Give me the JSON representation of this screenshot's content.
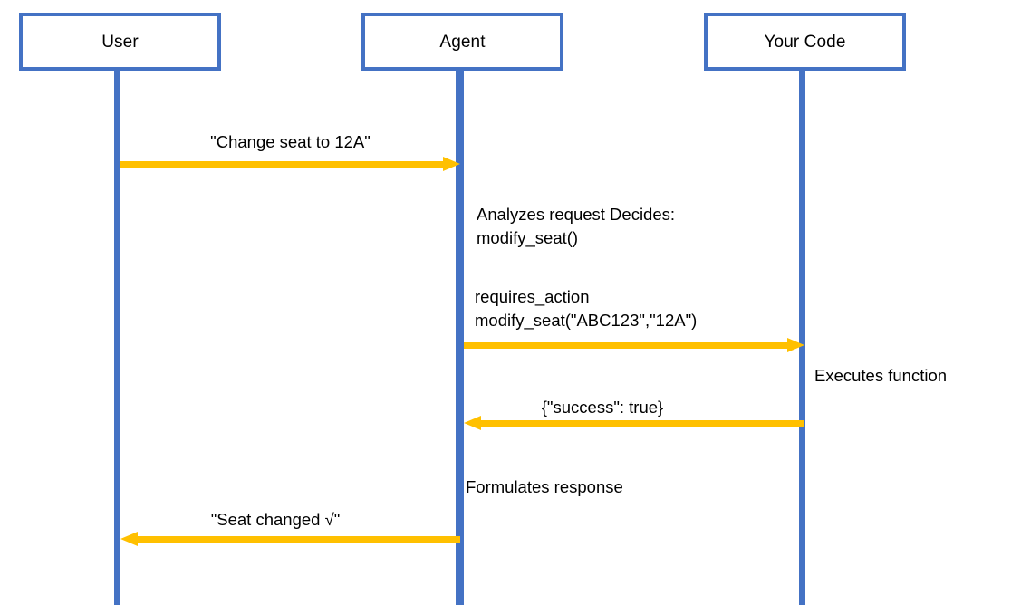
{
  "diagram": {
    "type": "sequence-diagram",
    "colors": {
      "participant_border": "#4472C4",
      "lifeline": "#4472C4",
      "arrow": "#FFC000",
      "text": "#000000",
      "background": "#FFFFFF"
    },
    "participants": [
      {
        "id": "user",
        "label": "User"
      },
      {
        "id": "agent",
        "label": "Agent"
      },
      {
        "id": "code",
        "label": "Your Code"
      }
    ],
    "messages": [
      {
        "id": "msg-change-seat",
        "label": "\"Change seat to 12A\"",
        "from": "user",
        "to": "agent",
        "direction": "right"
      },
      {
        "id": "msg-requires-action",
        "label": "requires_action\nmodify_seat(\"ABC123\",\"12A\")",
        "from": "agent",
        "to": "code",
        "direction": "right"
      },
      {
        "id": "msg-success",
        "label": "{\"success\": true}",
        "from": "code",
        "to": "agent",
        "direction": "left"
      },
      {
        "id": "msg-seat-changed",
        "label": "\"Seat changed √\"",
        "from": "agent",
        "to": "user",
        "direction": "left"
      }
    ],
    "notes": [
      {
        "id": "note-analyzes",
        "owner": "agent",
        "label": "Analyzes request Decides:\nmodify_seat()"
      },
      {
        "id": "note-executes",
        "owner": "code",
        "label": "Executes function"
      },
      {
        "id": "note-formulates",
        "owner": "agent",
        "label": "Formulates response"
      }
    ]
  }
}
